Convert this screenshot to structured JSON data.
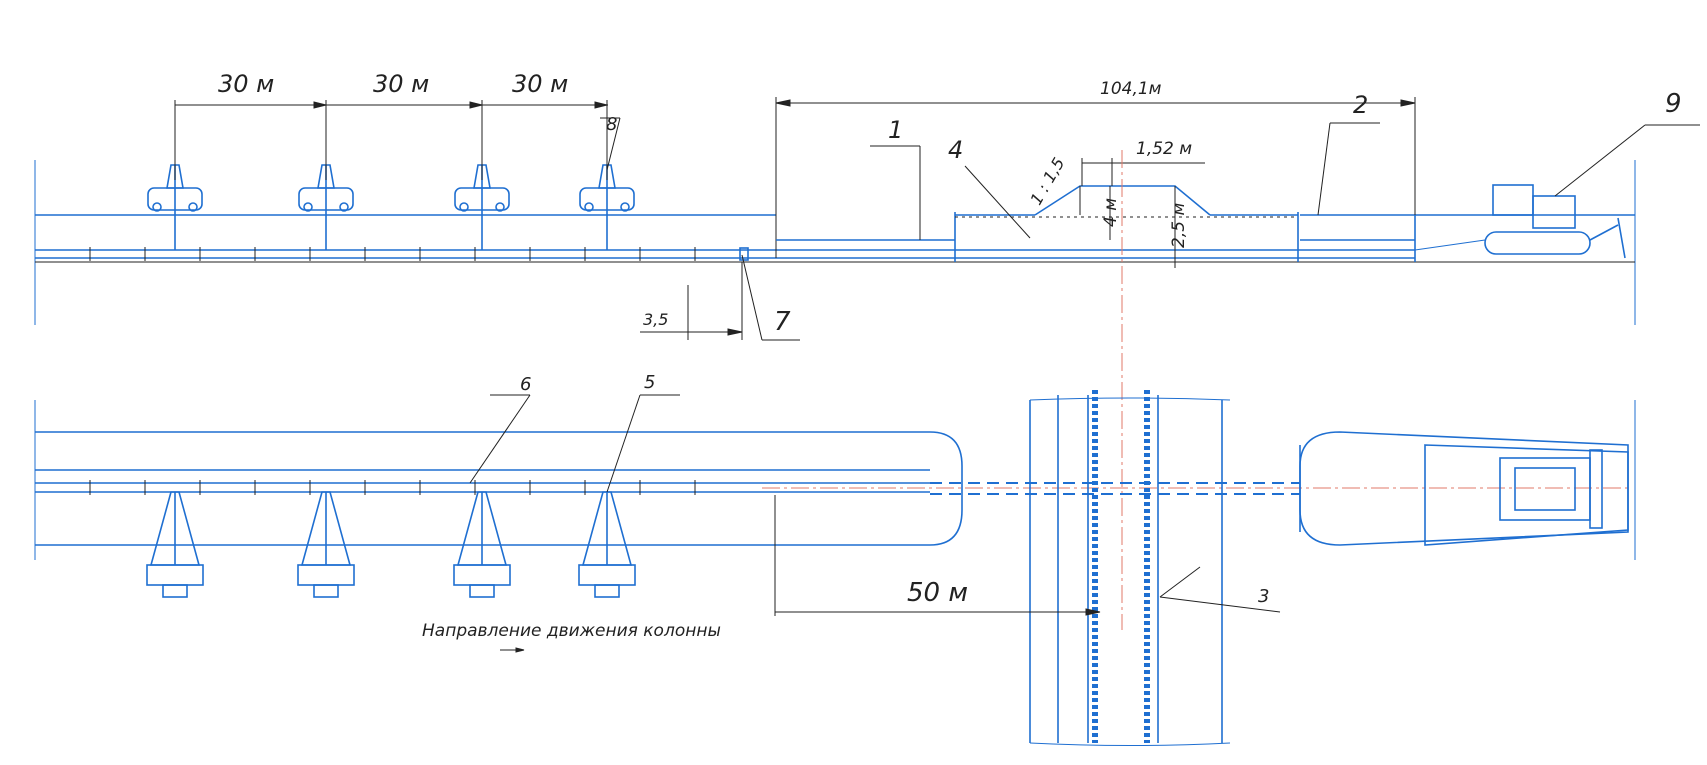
{
  "dimensions": {
    "spacing_1": "30 м",
    "spacing_2": "30 м",
    "spacing_3": "30 м",
    "total_length": "104,1м",
    "top_width": "1,52 м",
    "slope": "1 : 1,5",
    "embankment_height": "4 м",
    "depth": "2,5 м",
    "offset": "3,5",
    "distance": "50 м"
  },
  "callouts": {
    "c1": "1",
    "c2": "2",
    "c3": "3",
    "c4": "4",
    "c5": "5",
    "c6": "6",
    "c7": "7",
    "c8": "8",
    "c9": "9"
  },
  "caption": "Направление движения колонны",
  "colors": {
    "line": "#1f6fd1",
    "axis": "#e07a6a",
    "leader": "#222222"
  }
}
